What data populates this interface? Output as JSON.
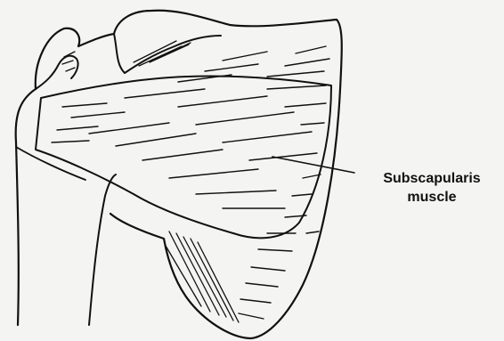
{
  "annotation": {
    "line1": "Subscapularis",
    "line2": "muscle"
  },
  "colors": {
    "background": "#f4f4f2",
    "ink": "#111111"
  },
  "icons": [
    "scapula-outline",
    "subscapularis-muscle-hatching",
    "leader-line"
  ]
}
